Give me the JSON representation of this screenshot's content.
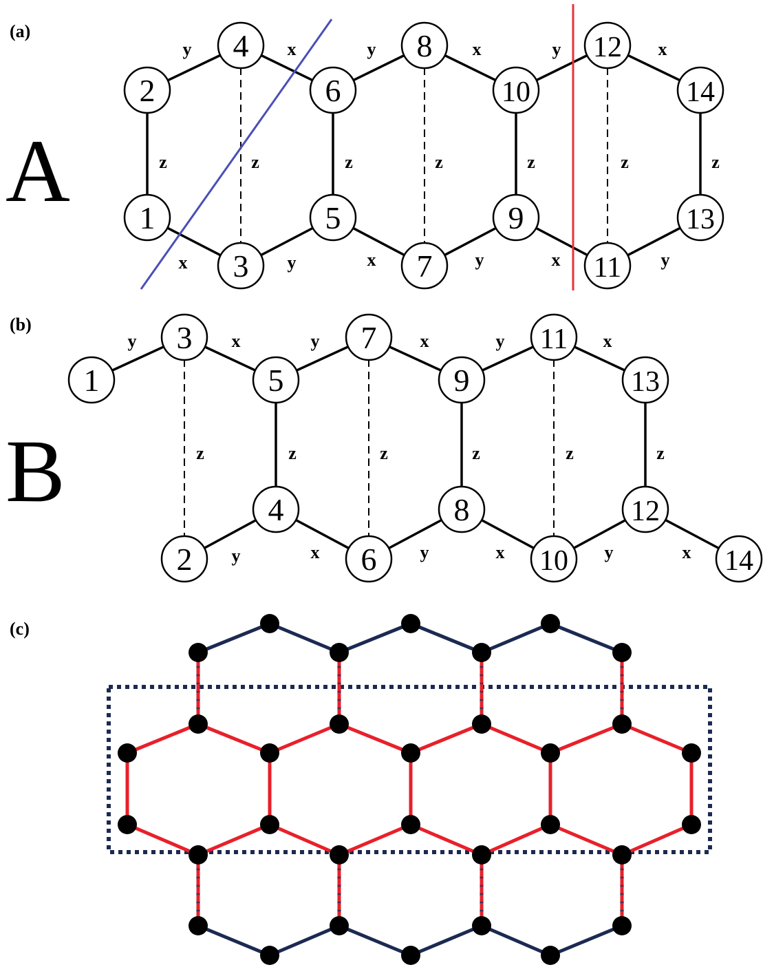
{
  "panels": {
    "a": {
      "label": "(a)",
      "big_letter": "A",
      "node_labels": [
        "1",
        "2",
        "3",
        "4",
        "5",
        "6",
        "7",
        "8",
        "9",
        "10",
        "11",
        "12",
        "13",
        "14"
      ],
      "bond_labels": [
        "y",
        "x",
        "y",
        "x",
        "y",
        "x",
        "z",
        "z",
        "z",
        "z",
        "z",
        "z",
        "z",
        "x",
        "y",
        "x",
        "y",
        "x",
        "y"
      ],
      "cut_line_colors": {
        "diagonal": "#4a4fb5",
        "vertical": "#e8323a"
      }
    },
    "b": {
      "label": "(b)",
      "big_letter": "B",
      "node_labels": [
        "1",
        "2",
        "3",
        "4",
        "5",
        "6",
        "7",
        "8",
        "9",
        "10",
        "11",
        "12",
        "13",
        "14"
      ],
      "bond_labels": [
        "y",
        "x",
        "y",
        "x",
        "y",
        "x",
        "z",
        "z",
        "z",
        "z",
        "z",
        "z",
        "y",
        "x",
        "y",
        "x",
        "y",
        "x"
      ]
    },
    "c": {
      "label": "(c)",
      "colors": {
        "edge_outer": "#1c2a52",
        "edge_inner": "#e8202a",
        "node": "#000000",
        "box": "#1c2a52"
      }
    }
  }
}
